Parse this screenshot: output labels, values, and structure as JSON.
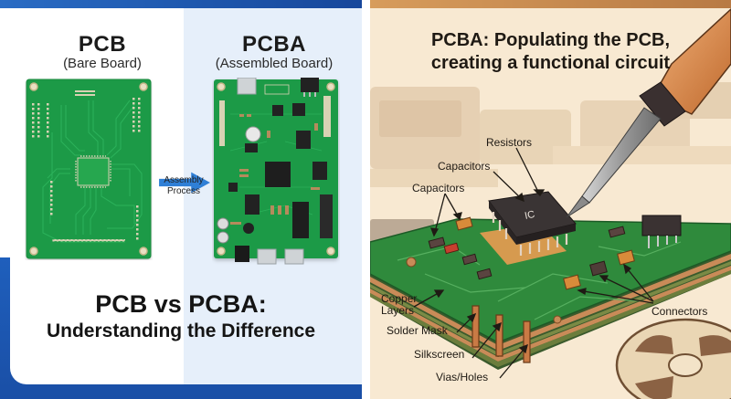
{
  "left_panel": {
    "pcb": {
      "title": "PCB",
      "subtitle": "(Bare Board)"
    },
    "pcba": {
      "title": "PCBA",
      "subtitle": "(Assembled Board)"
    },
    "arrow_label_line1": "Assembly",
    "arrow_label_line2": "Process",
    "headline": "PCB vs PCBA:",
    "subheadline": "Understanding the Difference",
    "colors": {
      "frame_blue": "#1f5fbc",
      "arrow_blue": "#2f7fd6",
      "board_green": "#1f9a47",
      "panel_tint": "#e6effa"
    }
  },
  "right_panel": {
    "title_line1": "PCBA: Populating the PCB,",
    "title_line2": "creating a functional circuit",
    "ic_label": "IC",
    "callouts": {
      "resistors": "Resistors",
      "capacitors_1": "Capacitors",
      "capacitors_2": "Capacitors",
      "copper_layers_1": "Copper",
      "copper_layers_2": "Layers",
      "solder_mask": "Solder Mask",
      "silkscreen": "Silkscreen",
      "vias_holes": "Vias/Holes",
      "connectors": "Connectors"
    },
    "colors": {
      "background": "#f8e9d2",
      "accent_bar": "#c98a4e",
      "board_green": "#2f8a3c",
      "copper": "#c97a45"
    }
  }
}
